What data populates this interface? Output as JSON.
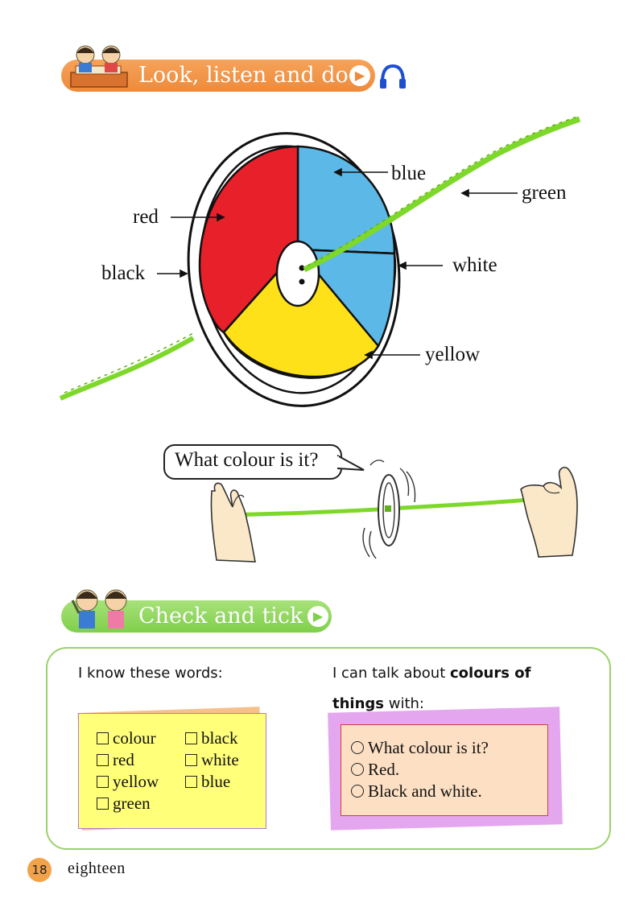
{
  "look_section": {
    "title": "Look, listen and do",
    "arrow_icon": "play-arrow-icon",
    "audio_icon": "headphones-icon"
  },
  "wheel_labels": {
    "blue": "blue",
    "green": "green",
    "red": "red",
    "black": "black",
    "white": "white",
    "yellow": "yellow"
  },
  "speech_bubble": "What colour is it?",
  "check_section": {
    "title": "Check and tick",
    "arrow_icon": "play-arrow-icon",
    "words_heading": "I know these words:",
    "words": [
      "colour",
      "black",
      "red",
      "white",
      "yellow",
      "blue",
      "green"
    ],
    "talk_heading_pre": "I can talk about ",
    "talk_heading_bold": "colours of",
    "talk_heading_bold2": "things",
    "talk_heading_post": " with:",
    "phrases": [
      "What colour is it?",
      "Red.",
      "Black and white."
    ]
  },
  "footer": {
    "page_number": "18",
    "page_word": "eighteen"
  },
  "colors": {
    "look_banner": "#ee8a3a",
    "check_banner": "#7fcf4a",
    "wheel_red": "#e8202a",
    "wheel_blue": "#5cb8e6",
    "wheel_yellow": "#ffe11a",
    "string_green": "#7ed82a",
    "note_yellow": "#ffff7a",
    "note_orange": "#f7c08a",
    "note_peach": "#fde0c4",
    "note_purple": "#e4a6ee"
  }
}
